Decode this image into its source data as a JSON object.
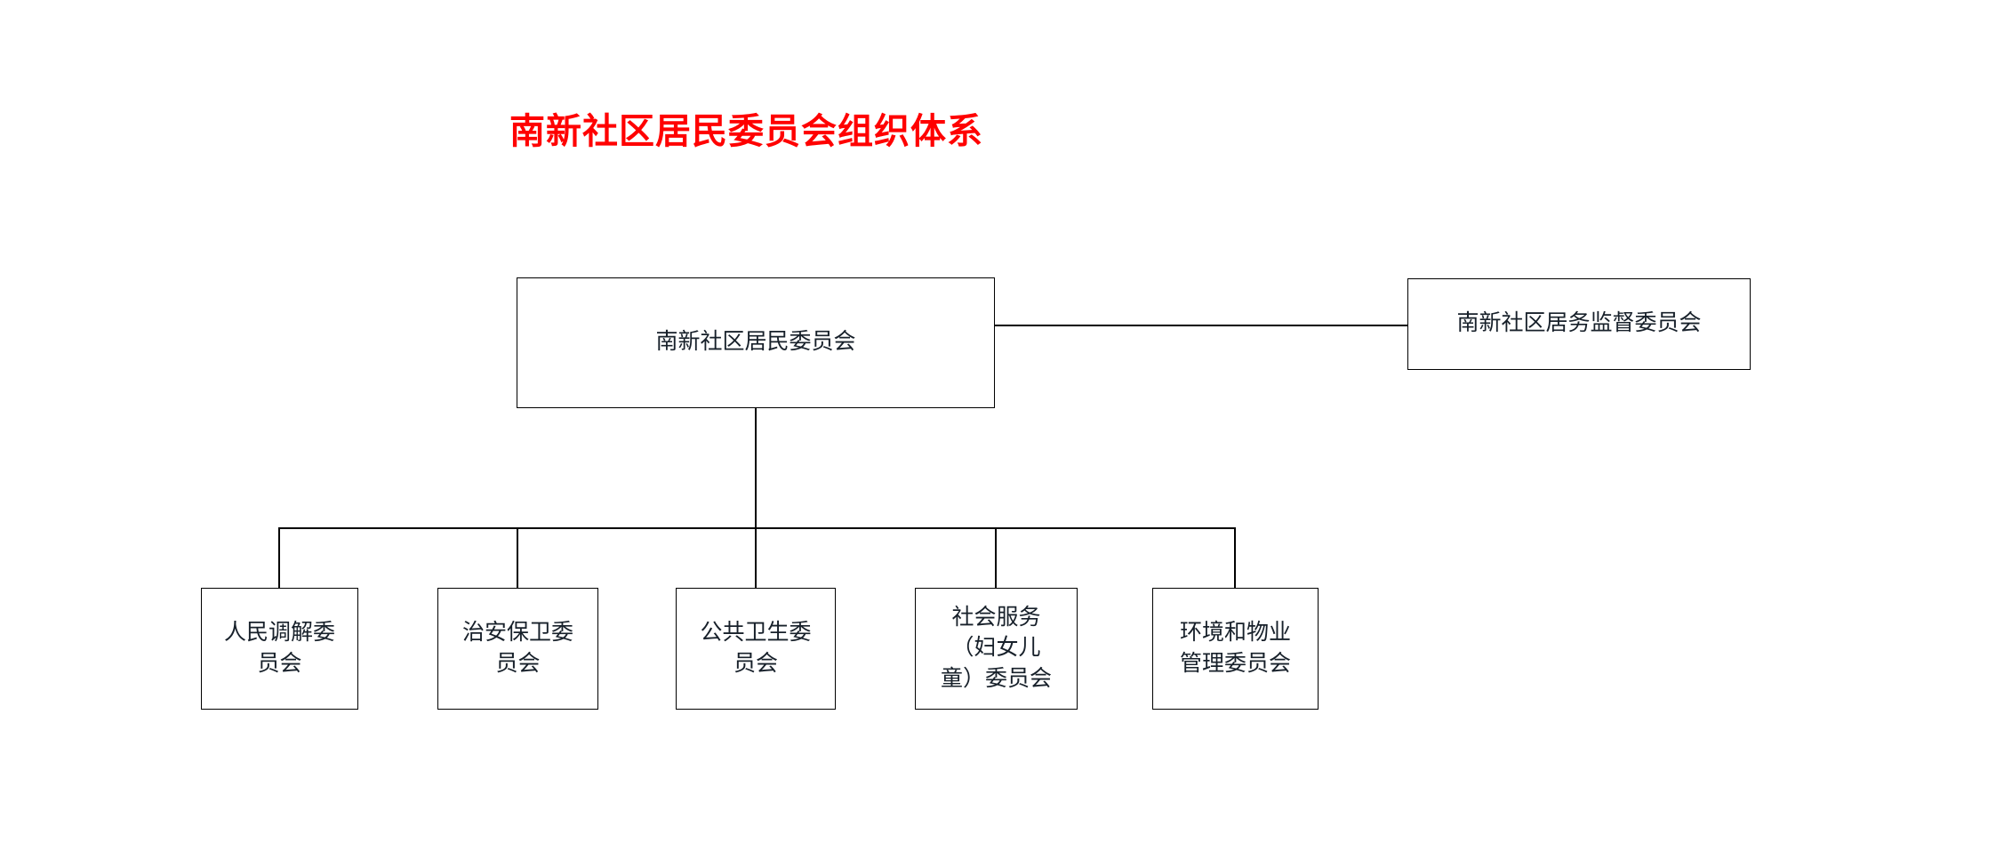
{
  "title": "南新社区居民委员会组织体系",
  "colors": {
    "title": "#ff0000",
    "box_border": "#000000",
    "box_text": "#17202a",
    "connector": "#000000",
    "background": "#ffffff"
  },
  "org_chart": {
    "type": "org-tree",
    "root": {
      "id": "root",
      "label": "南新社区居民委员会"
    },
    "associate": {
      "id": "supervisor",
      "label": "南新社区居务监督委员会",
      "relation": "南新社区居民委员会"
    },
    "children": [
      {
        "id": "child-0",
        "label": "人民调解委\n员会"
      },
      {
        "id": "child-1",
        "label": "治安保卫委\n员会"
      },
      {
        "id": "child-2",
        "label": "公共卫生委\n员会"
      },
      {
        "id": "child-3",
        "label": "社会服务\n（妇女儿\n童）委员会"
      },
      {
        "id": "child-4",
        "label": "环境和物业\n管理委员会"
      }
    ]
  }
}
